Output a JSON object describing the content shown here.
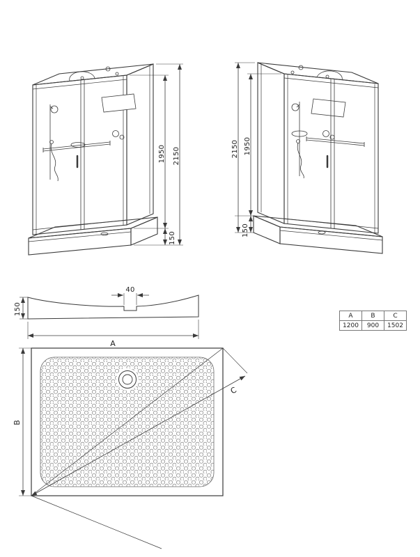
{
  "drawing": {
    "front_view": {
      "total_height": "2150",
      "cabin_height": "1950",
      "tray_height": "150"
    },
    "back_view": {
      "total_height": "2150",
      "cabin_height": "1950",
      "tray_height": "150"
    },
    "section_view": {
      "waste_width": "40",
      "tray_height": "150",
      "width_label": "A"
    },
    "plan_view": {
      "depth_label": "B",
      "diagonal_label": "C"
    },
    "size_table": {
      "headers": [
        "A",
        "B",
        "C"
      ],
      "values": [
        "1200",
        "900",
        "1502"
      ]
    }
  }
}
